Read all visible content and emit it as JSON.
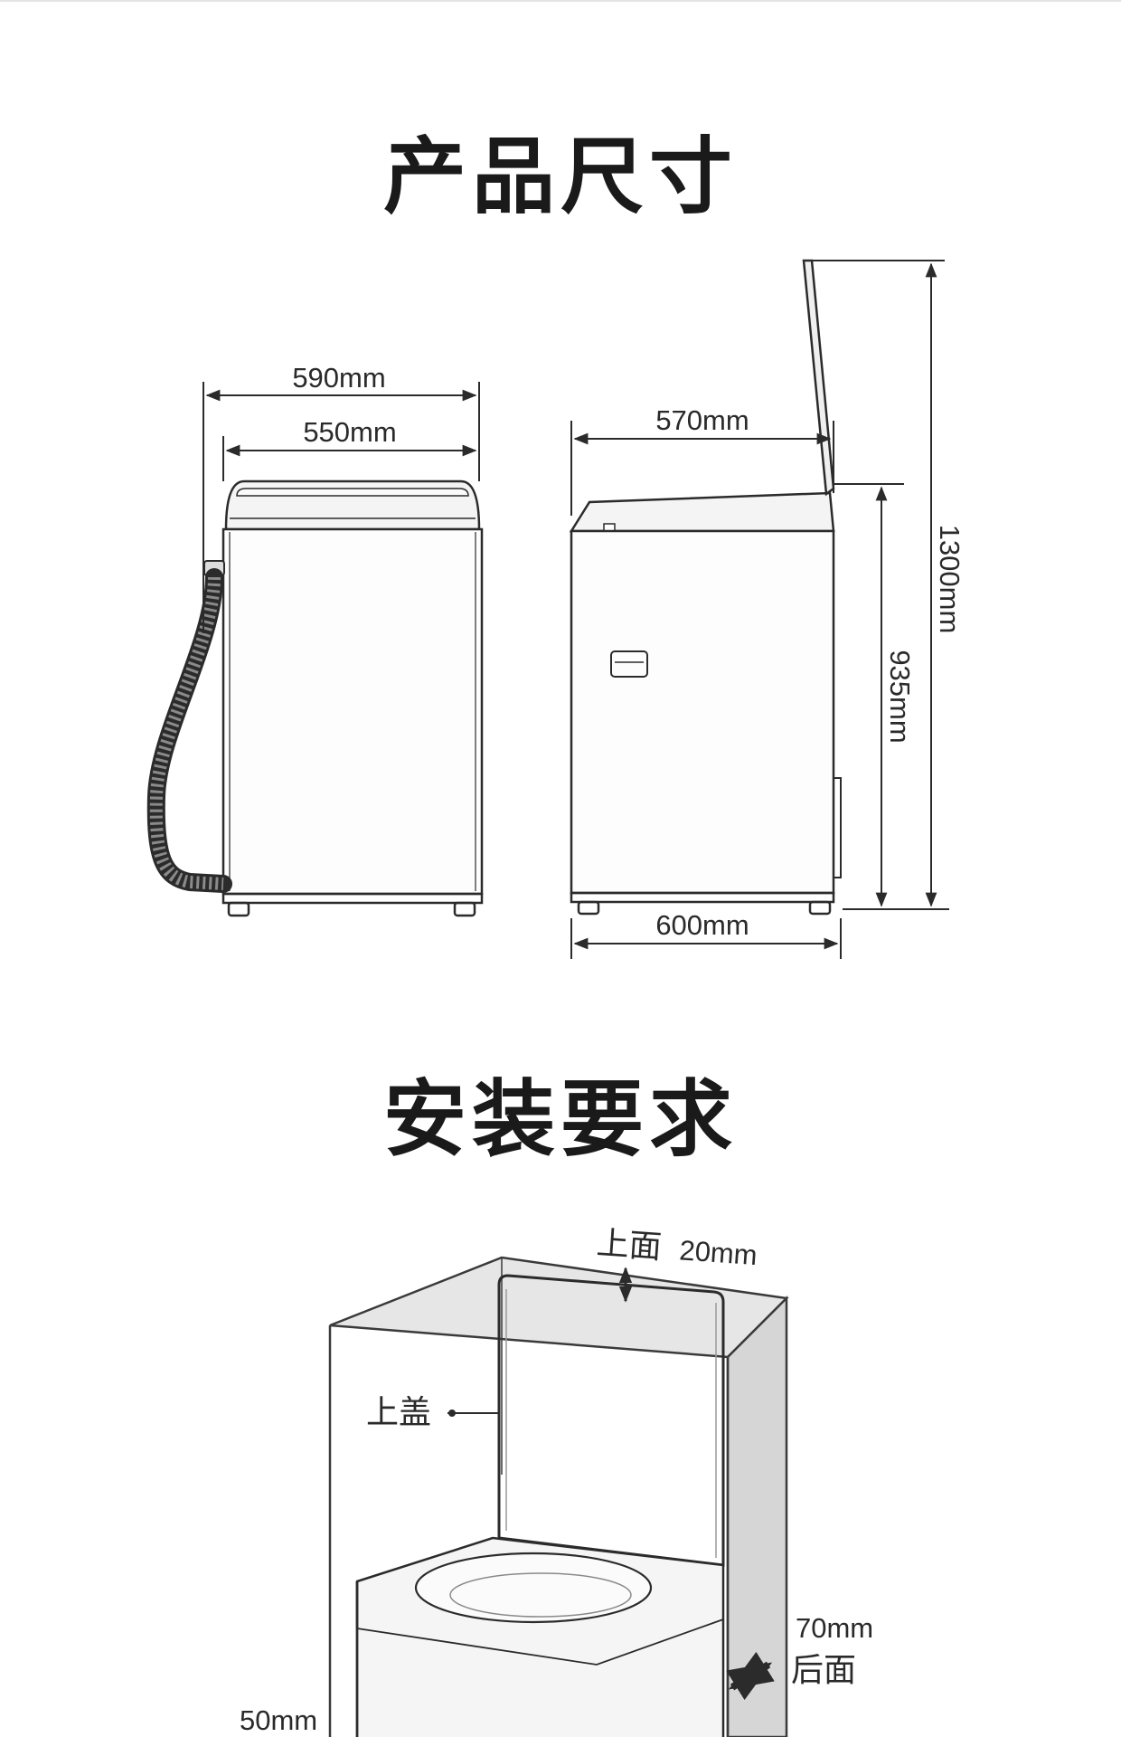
{
  "headings": {
    "product_size": "产品尺寸",
    "install_requirements": "安装要求"
  },
  "product_dimensions": {
    "overall_width": "590mm",
    "cabinet_width": "550mm",
    "cabinet_depth": "570mm",
    "base_depth": "600mm",
    "body_height": "935mm",
    "lid_open_height": "1300mm"
  },
  "install_clearances": {
    "top_label": "上面",
    "top_value": "20mm",
    "lid_label": "上盖",
    "back_label": "后面",
    "back_value": "70mm",
    "side_value": "50mm"
  },
  "colors": {
    "line": "#2b2b2b",
    "wall_fill": "#e3e3e3",
    "wall_fill_dark": "#d2d2d2"
  }
}
